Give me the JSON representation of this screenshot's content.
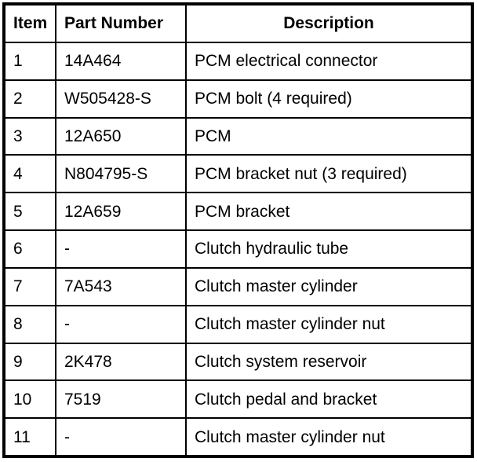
{
  "table": {
    "columns": [
      {
        "key": "item",
        "label": "Item"
      },
      {
        "key": "part_number",
        "label": "Part Number"
      },
      {
        "key": "description",
        "label": "Description"
      }
    ],
    "rows": [
      {
        "item": "1",
        "part_number": "14A464",
        "description": "PCM electrical connector"
      },
      {
        "item": "2",
        "part_number": "W505428-S",
        "description": "PCM bolt (4 required)"
      },
      {
        "item": "3",
        "part_number": "12A650",
        "description": "PCM"
      },
      {
        "item": "4",
        "part_number": "N804795-S",
        "description": "PCM bracket nut (3 required)"
      },
      {
        "item": "5",
        "part_number": "12A659",
        "description": "PCM bracket"
      },
      {
        "item": "6",
        "part_number": "-",
        "description": "Clutch hydraulic tube"
      },
      {
        "item": "7",
        "part_number": "7A543",
        "description": "Clutch master cylinder"
      },
      {
        "item": "8",
        "part_number": "-",
        "description": "Clutch master cylinder nut"
      },
      {
        "item": "9",
        "part_number": "2K478",
        "description": "Clutch system reservoir"
      },
      {
        "item": "10",
        "part_number": "7519",
        "description": "Clutch pedal and bracket"
      },
      {
        "item": "11",
        "part_number": "-",
        "description": "Clutch master cylinder nut"
      }
    ]
  },
  "colors": {
    "border": "#000000",
    "text": "#000000",
    "background": "#ffffff"
  }
}
